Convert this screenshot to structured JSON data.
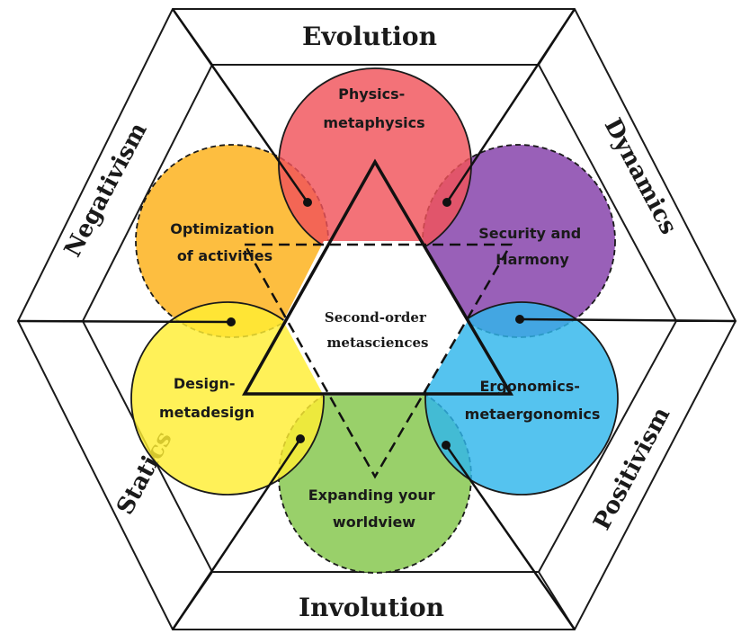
{
  "bands": {
    "top": "Evolution",
    "bottom": "Involution",
    "upper_left": "Negativism",
    "upper_right": "Dynamics",
    "lower_left": "Statics",
    "lower_right": "Positivism"
  },
  "circles": {
    "top": {
      "line1": "Physics-",
      "line2": "metaphysics",
      "color": "#f0535a"
    },
    "upper_right": {
      "line1": "Security and",
      "line2": "Harmony",
      "color": "#8e4fb0"
    },
    "lower_right": {
      "line1": "Ergonomics-",
      "line2": "metaergonomics",
      "color": "#2fb6ec"
    },
    "bottom": {
      "line1": "Expanding your",
      "line2": "worldview",
      "color": "#8ecb5a"
    },
    "lower_left": {
      "line1": "Design-",
      "line2": "metadesign",
      "color": "#ffee33"
    },
    "upper_left": {
      "line1": "Optimization",
      "line2": "of activities",
      "color": "#fdb72b"
    }
  },
  "center": {
    "line1": "Second-order",
    "line2": "metasciences"
  }
}
